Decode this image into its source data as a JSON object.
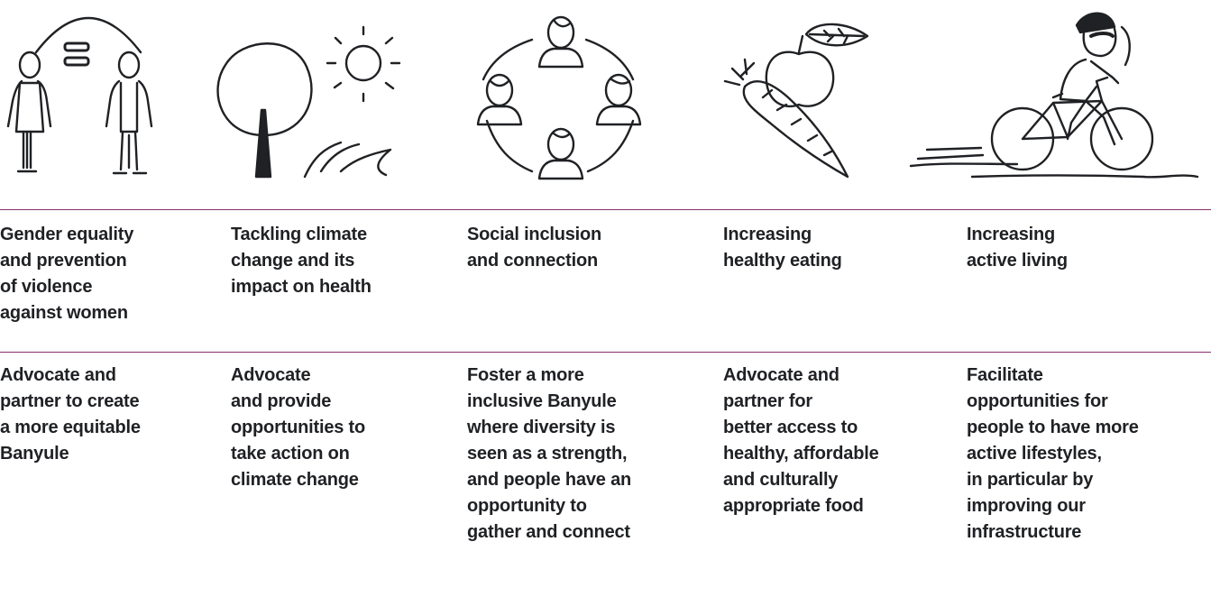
{
  "columns": [
    {
      "icon": "two-people-dialogue-icon",
      "heading": "Gender equality\nand prevention\nof violence\nagainst women",
      "description": "Advocate and\npartner to create\na more equitable\nBanyule"
    },
    {
      "icon": "tree-sun-river-icon",
      "heading": "Tackling climate\nchange and its\nimpact on health",
      "description": "Advocate\nand provide\nopportunities to\ntake action on\nclimate change"
    },
    {
      "icon": "people-circle-icon",
      "heading": "Social inclusion\nand connection",
      "description": "Foster a more\ninclusive Banyule\nwhere diversity is\nseen as a strength,\nand people have an\nopportunity to\ngather and connect"
    },
    {
      "icon": "apple-carrot-icon",
      "heading": "Increasing\nhealthy eating",
      "description": "Advocate and\npartner for\nbetter access to\nhealthy, affordable\nand culturally\nappropriate food"
    },
    {
      "icon": "cyclist-icon",
      "heading": "Increasing\nactive living",
      "description": "Facilitate\nopportunities for\npeople to have more\nactive lifestyles,\nin particular by\nimproving our\ninfrastructure"
    }
  ],
  "colors": {
    "rule": "#8a2f6e",
    "text": "#1f2124"
  }
}
